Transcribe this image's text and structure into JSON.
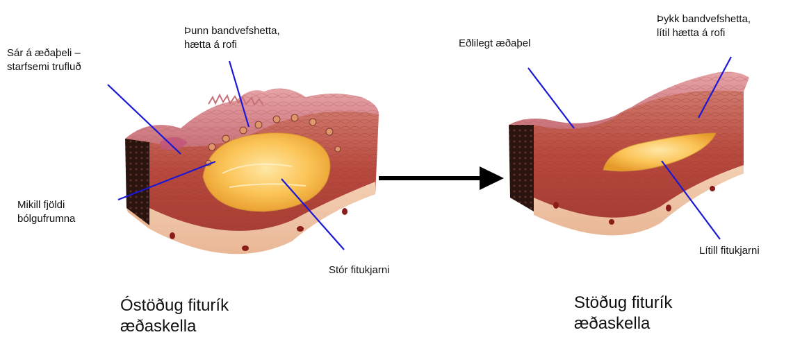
{
  "labels": {
    "sar_line1": "Sár á æðaþeli –",
    "sar_line2": "starfsemi trufluð",
    "thunn_line1": "Þunn bandvefshetta,",
    "thunn_line2": "hætta á rofi",
    "mikill_line1": "Mikill fjöldi",
    "mikill_line2": "bólgufrumna",
    "stor": "Stór fitukjarni",
    "edlilegt": "Eðlilegt æðaþel",
    "thykk_line1": "Þykk bandvefshetta,",
    "thykk_line2": "lítil hætta á rofi",
    "litill": "Lítill fitukjarni"
  },
  "captions": {
    "unstable_line1": "Óstöðug fiturík",
    "unstable_line2": "æðaskella",
    "stable_line1": "Stöðug fiturík",
    "stable_line2": "æðaskella"
  },
  "colors": {
    "leader_line": "#1a17d6",
    "arrow": "#000000",
    "tissue_surface": "#d9858a",
    "tissue_body": "#b4483c",
    "tissue_base": "#efc6a8",
    "lipid_core": "#f7b43c",
    "cross_section": "#2a1410"
  }
}
